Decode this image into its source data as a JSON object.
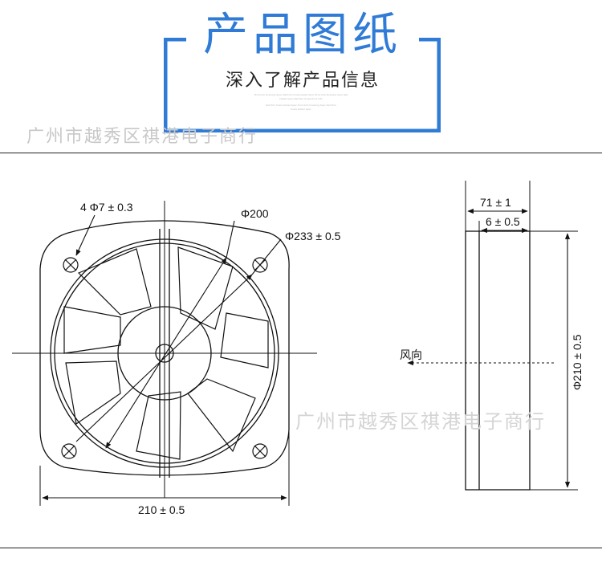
{
  "header": {
    "title": "产品图纸",
    "subtitle": "深入了解产品信息",
    "fine_print_1": "Prod·Info Drawing·Spec·Ref·Dim·Scale·Detail·Spec·Prod·Info·Drawing·Spec·Ref",
    "fine_print_2": "Detail·Spec·Ref·Dim·Scale·Prod·Info",
    "fine_print_3": "Ref·Dim·Scale·Detail·Spec·Prod·Info·Drawing·Spec·Ref·Dim",
    "fine_print_4": "Scale·Detail·Spec",
    "watermark": "广州市越秀区祺港电子商行",
    "accent_color": "#2f7bd6"
  },
  "front_view": {
    "holes_label": "4 Φ7 ± 0.3",
    "inner_diameter_label": "Φ200",
    "outer_diameter_label": "Φ233 ± 0.5",
    "width_label": "210 ± 0.5"
  },
  "side_view": {
    "depth_label": "71 ± 1",
    "flange_label": "6 ± 0.5",
    "height_label": "Φ210 ± 0.5",
    "airflow_label": "风向"
  },
  "watermark_2": "广州市越秀区祺港电子商行"
}
